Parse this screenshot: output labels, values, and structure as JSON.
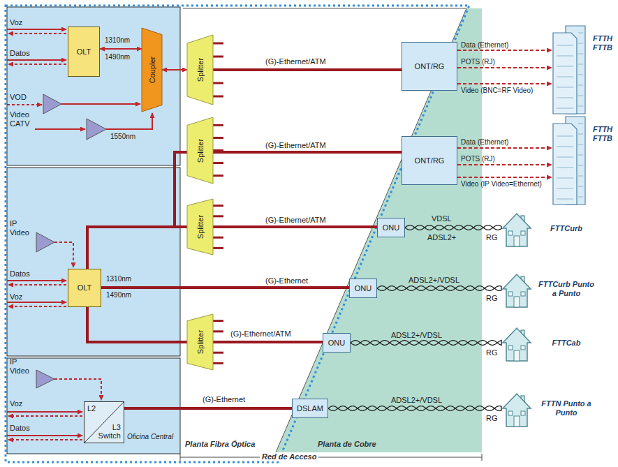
{
  "diagram": {
    "nodes": [
      {
        "text": [
          "OLT"
        ]
      },
      {
        "text": [
          "Coupler"
        ]
      },
      {
        "text": [
          "Splitter"
        ]
      },
      {
        "text": [
          "ONT/RG"
        ]
      },
      {
        "text": [
          "FTTH FTTB"
        ]
      },
      {
        "text": [
          "Splitter"
        ]
      },
      {
        "text": [
          "ONT/RG"
        ]
      },
      {
        "text": [
          "FTTH FTTB"
        ]
      },
      {
        "text": [
          "Splitter"
        ]
      },
      {
        "text": [
          "ONU"
        ]
      },
      {
        "text": [
          "FTTCurb"
        ]
      },
      {
        "text": [
          "OLT"
        ]
      },
      {
        "text": [
          "ONU"
        ]
      },
      {
        "text": [
          "FTTCurb Punto a Punto"
        ]
      },
      {
        "text": [
          "Splitter"
        ]
      },
      {
        "text": [
          "ONU"
        ]
      },
      {
        "text": [
          "FTTCab"
        ]
      },
      {
        "text": [
          "L2",
          "L3 Switch"
        ]
      },
      {
        "text": [
          "DSLAM"
        ]
      },
      {
        "text": [
          "FTTN Punto a Punto"
        ]
      }
    ],
    "edges": [
      {
        "from": 0,
        "to": 1,
        "arrow": "both"
      },
      {
        "from": 1,
        "to": 2,
        "arrow": "both"
      },
      {
        "from": 2,
        "to": 3,
        "label": "(G)-Ethernet/ATM",
        "arrow": "none"
      },
      {
        "from": 3,
        "to": 4,
        "label": "Data (Ethernet)",
        "arrow": "to"
      },
      {
        "from": 3,
        "to": 4,
        "label": "POTS (RJ)",
        "arrow": "to"
      },
      {
        "from": 3,
        "to": 4,
        "label": "Video (BNC=RF Video)",
        "arrow": "to"
      },
      {
        "from": 11,
        "to": 5,
        "arrow": "none"
      },
      {
        "from": 11,
        "to": 8,
        "arrow": "none"
      },
      {
        "from": 5,
        "to": 6,
        "label": "(G)-Ethernet/ATM",
        "arrow": "none"
      },
      {
        "from": 6,
        "to": 7,
        "label": "Data (Ethernet)",
        "arrow": "to"
      },
      {
        "from": 6,
        "to": 7,
        "label": "POTS (RJ)",
        "arrow": "to"
      },
      {
        "from": 6,
        "to": 7,
        "label": "Video (IP Video=Ethernet)",
        "arrow": "to"
      },
      {
        "from": 8,
        "to": 9,
        "label": "(G)-Ethernet/ATM",
        "arrow": "none"
      },
      {
        "from": 9,
        "to": 10,
        "label": "VDSL",
        "arrow": "none"
      },
      {
        "from": 11,
        "to": 12,
        "label": "(G)-Ethernet",
        "arrow": "none"
      },
      {
        "from": 12,
        "to": 13,
        "label": "ADSL2+/VDSL",
        "arrow": "none"
      },
      {
        "from": 11,
        "to": 14,
        "arrow": "none"
      },
      {
        "from": 14,
        "to": 15,
        "label": "(G)-Ethernet/ATM",
        "arrow": "none"
      },
      {
        "from": 15,
        "to": 16,
        "label": "ADSL2+/VDSL",
        "arrow": "none"
      },
      {
        "from": 17,
        "to": 18,
        "label": "(G)-Ethernet",
        "arrow": "none"
      },
      {
        "from": 18,
        "to": 19,
        "label": "ADSL2+/VDSL",
        "arrow": "none"
      }
    ],
    "labels": [
      "Voz",
      "Datos",
      "VOD",
      "Video CATV",
      "1310nm",
      "1490nm",
      "1550nm",
      "IP Video",
      "Datos",
      "Voz",
      "1310nm",
      "1490nm",
      "IP Video",
      "Voz",
      "Datos",
      "Oficina Central",
      "ADSL2+",
      "RG",
      "RG",
      "RG",
      "RG",
      "Planta Fibra Óptica",
      "Planta de Cobre",
      "Red de Acceso"
    ]
  }
}
